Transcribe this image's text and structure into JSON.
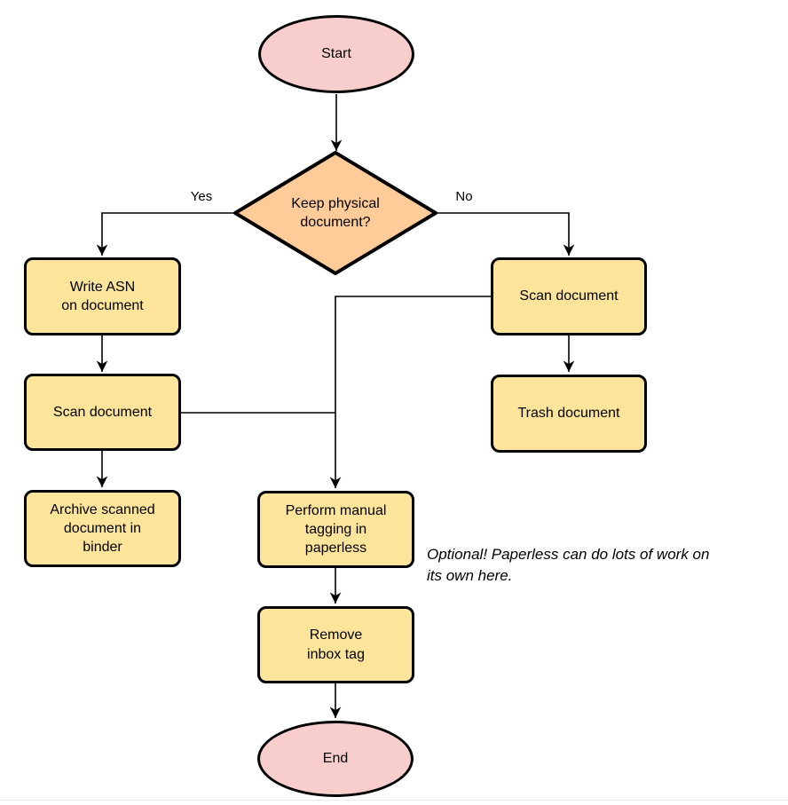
{
  "diagram": {
    "type": "flowchart",
    "colors": {
      "terminal_fill": "#f8cecc",
      "decision_fill": "#ffcc99",
      "process_fill": "#fce49a",
      "stroke": "#000000",
      "background": "#ffffff"
    },
    "nodes": {
      "start": {
        "type": "terminal",
        "label": "Start"
      },
      "decision": {
        "type": "decision",
        "label": "Keep physical\ndocument?"
      },
      "write_asn": {
        "type": "process",
        "label": "Write ASN\non document"
      },
      "scan_left": {
        "type": "process",
        "label": "Scan document"
      },
      "archive": {
        "type": "process",
        "label": "Archive scanned\ndocument in\nbinder"
      },
      "scan_right": {
        "type": "process",
        "label": "Scan document"
      },
      "trash": {
        "type": "process",
        "label": "Trash document"
      },
      "tagging": {
        "type": "process",
        "label": "Perform manual\ntagging in\npaperless"
      },
      "remove_inbox": {
        "type": "process",
        "label": "Remove\ninbox tag"
      },
      "end": {
        "type": "terminal",
        "label": "End"
      }
    },
    "edge_labels": {
      "yes": "Yes",
      "no": "No"
    },
    "edges": [
      {
        "from": "start",
        "to": "decision",
        "label": ""
      },
      {
        "from": "decision",
        "to": "write_asn",
        "label": "Yes"
      },
      {
        "from": "decision",
        "to": "scan_right",
        "label": "No"
      },
      {
        "from": "write_asn",
        "to": "scan_left",
        "label": ""
      },
      {
        "from": "scan_left",
        "to": "archive",
        "label": ""
      },
      {
        "from": "scan_left",
        "to": "tagging",
        "label": ""
      },
      {
        "from": "scan_right",
        "to": "trash",
        "label": ""
      },
      {
        "from": "scan_right",
        "to": "tagging",
        "label": ""
      },
      {
        "from": "tagging",
        "to": "remove_inbox",
        "label": ""
      },
      {
        "from": "remove_inbox",
        "to": "end",
        "label": ""
      }
    ],
    "annotation": {
      "text": "Optional! Paperless can do lots of work on\nits own here."
    }
  }
}
